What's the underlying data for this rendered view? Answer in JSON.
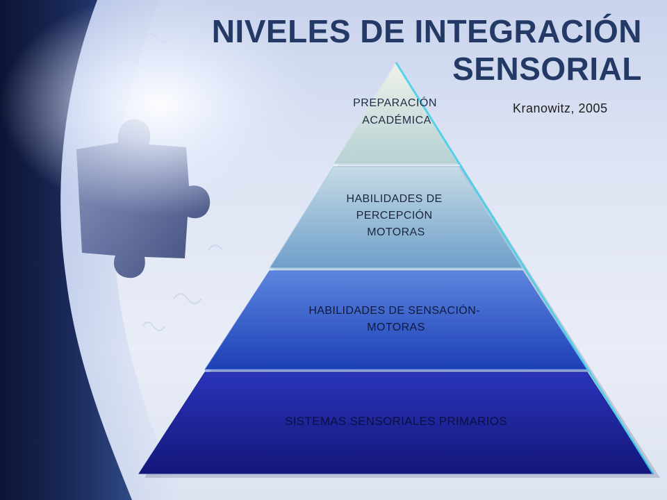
{
  "slide": {
    "title": "NIVELES DE  INTEGRACIÓN\nSENSORIAL",
    "citation": "Kranowitz, 2005"
  },
  "pyramid": {
    "levels": [
      {
        "lines": [
          "PREPARACIÓN",
          "ACADÉMICA"
        ],
        "fill_top": "#eff2ea",
        "fill_bottom": "#b6d1d4",
        "text_color": "#1f2a44"
      },
      {
        "lines": [
          "HABILIDADES DE",
          "PERCEPCIÓN",
          "MOTORAS"
        ],
        "fill_top": "#c6dbe6",
        "fill_bottom": "#6f9fc9",
        "text_color": "#1b2540"
      },
      {
        "lines": [
          "HABILIDADES DE SENSACIÓN-",
          "MOTORAS"
        ],
        "fill_top": "#5c86de",
        "fill_bottom": "#1c3fb6",
        "text_color": "#111a3a"
      },
      {
        "lines": [
          "SISTEMAS SENSORIALES PRIMARIOS"
        ],
        "fill_top": "#2a34b9",
        "fill_bottom": "#14167a",
        "text_color": "#0c0f3f"
      }
    ],
    "edge_color": "#3fd0ea"
  }
}
